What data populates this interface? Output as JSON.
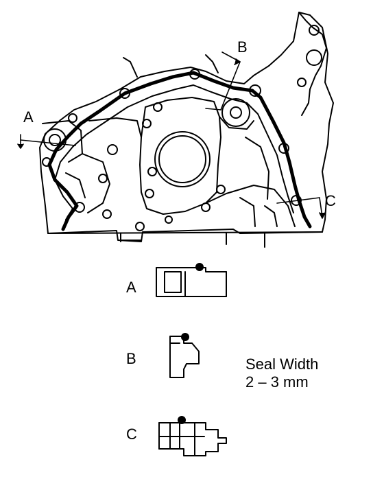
{
  "callouts": {
    "a": "A",
    "b": "B",
    "c": "C"
  },
  "sections": [
    {
      "label": "A"
    },
    {
      "label": "B"
    },
    {
      "label": "C"
    }
  ],
  "note": {
    "line1": "Seal Width",
    "line2": "2 – 3 mm"
  },
  "colors": {
    "ink": "#000000",
    "paper": "#ffffff"
  }
}
